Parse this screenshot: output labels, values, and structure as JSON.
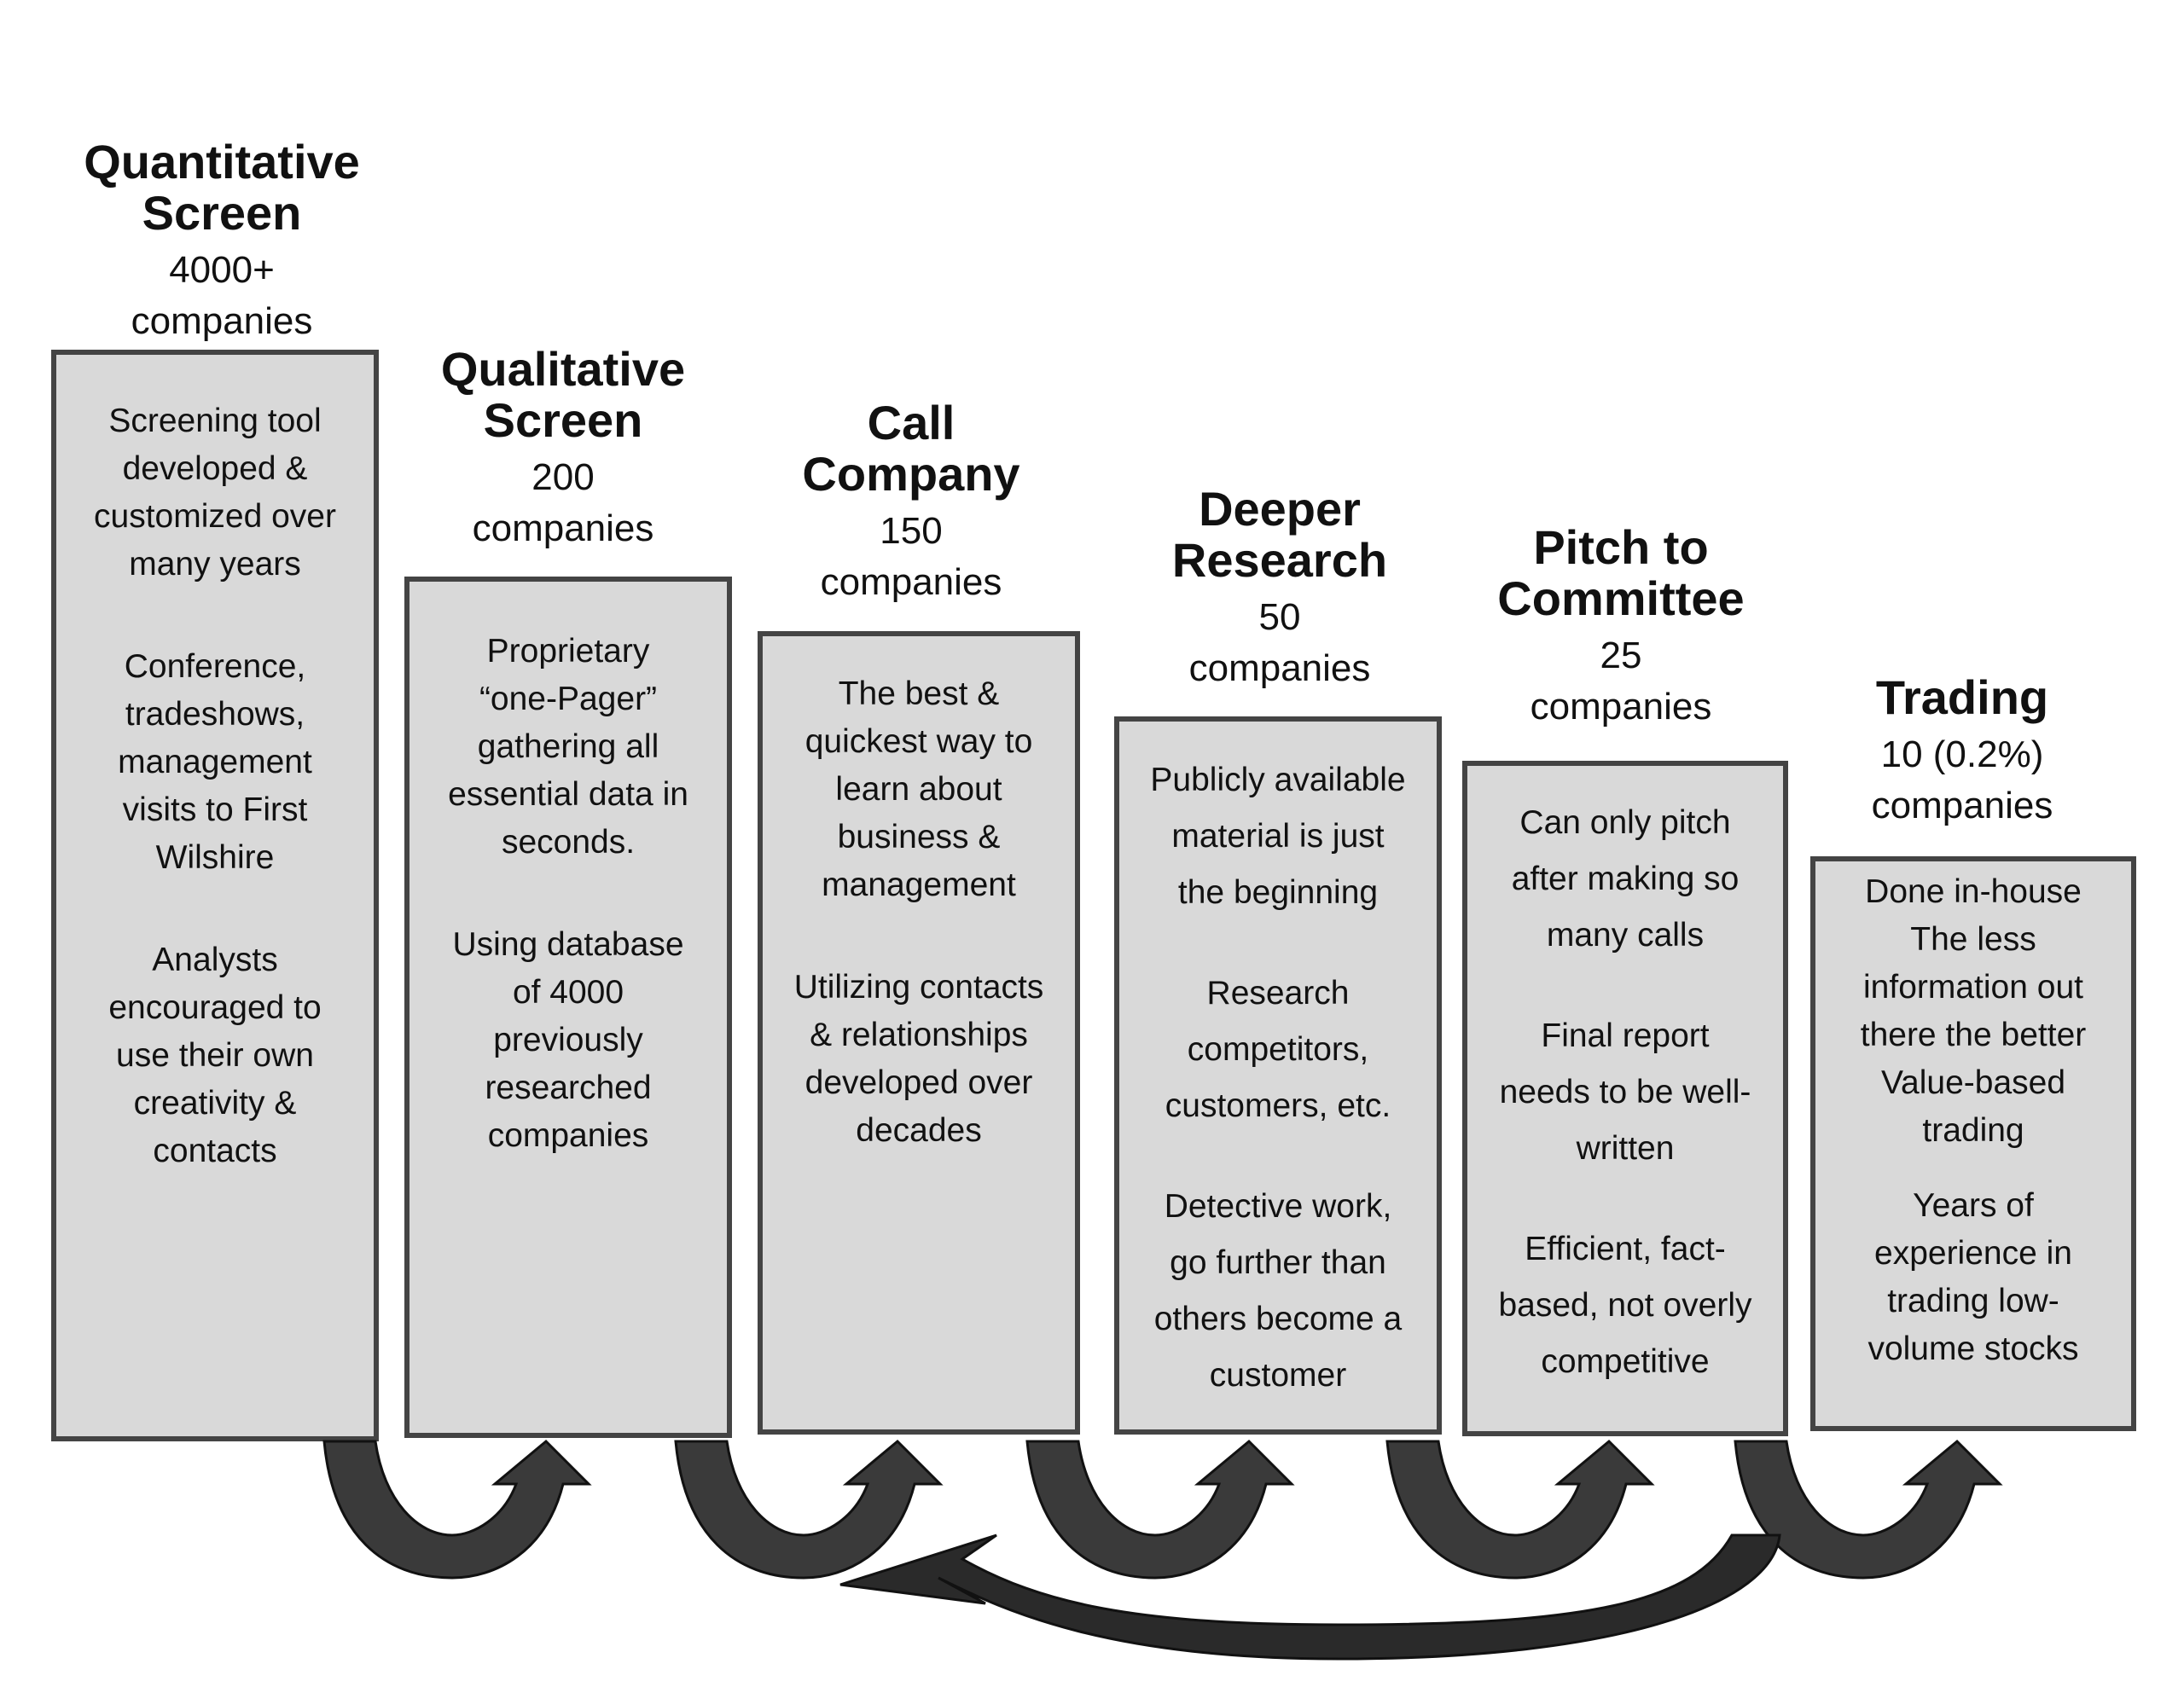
{
  "stages": [
    {
      "title_lines": [
        "Quantitative",
        "Screen"
      ],
      "count_lines": [
        "4000+",
        "companies"
      ],
      "body": [
        "Screening tool",
        "developed &",
        "customized over",
        "many years",
        "",
        "Conference,",
        "tradeshows,",
        "management",
        "visits to First",
        "Wilshire",
        "",
        "Analysts",
        "encouraged to",
        "use their own",
        "creativity &",
        "contacts"
      ]
    },
    {
      "title_lines": [
        "Qualitative",
        "Screen"
      ],
      "count_lines": [
        "200",
        "companies"
      ],
      "body": [
        "Proprietary",
        "“one-Pager”",
        "gathering all",
        "essential data in",
        "seconds.",
        "",
        "Using database",
        "of 4000",
        "previously",
        "researched",
        "companies"
      ]
    },
    {
      "title_lines": [
        "Call",
        "Company"
      ],
      "count_lines": [
        "150",
        "companies"
      ],
      "body": [
        "The best &",
        "quickest way to",
        "learn about",
        "business &",
        "management",
        "",
        "Utilizing contacts",
        "& relationships",
        "developed over",
        "decades"
      ]
    },
    {
      "title_lines": [
        "Deeper",
        "Research"
      ],
      "count_lines": [
        "50",
        "companies"
      ],
      "body": [
        "Publicly available",
        "material is just",
        "the beginning",
        "",
        "Research",
        "competitors,",
        "customers, etc.",
        "",
        "Detective work,",
        "go further than",
        "others become a",
        "customer"
      ]
    },
    {
      "title_lines": [
        "Pitch to",
        "Committee"
      ],
      "count_lines": [
        "25",
        "companies"
      ],
      "body": [
        "Can only pitch",
        "after making so",
        "many calls",
        "",
        "Final report",
        "needs to be well-",
        "written",
        "",
        "Efficient, fact-",
        "based, not overly",
        "competitive"
      ]
    },
    {
      "title_lines": [
        "Trading"
      ],
      "count_lines": [
        "10 (0.2%)",
        "companies"
      ],
      "body": [
        "Done in-house",
        "The less",
        "information out",
        "there the better",
        "Value-based",
        "trading",
        "",
        "Years of",
        "experience in",
        "trading low-",
        "volume stocks"
      ]
    }
  ],
  "colors": {
    "box_fill": "#d9d9d9",
    "box_border": "#444444",
    "arrow_fill": "#3a3a3a",
    "return_arrow_fill": "#2a2a2a"
  }
}
